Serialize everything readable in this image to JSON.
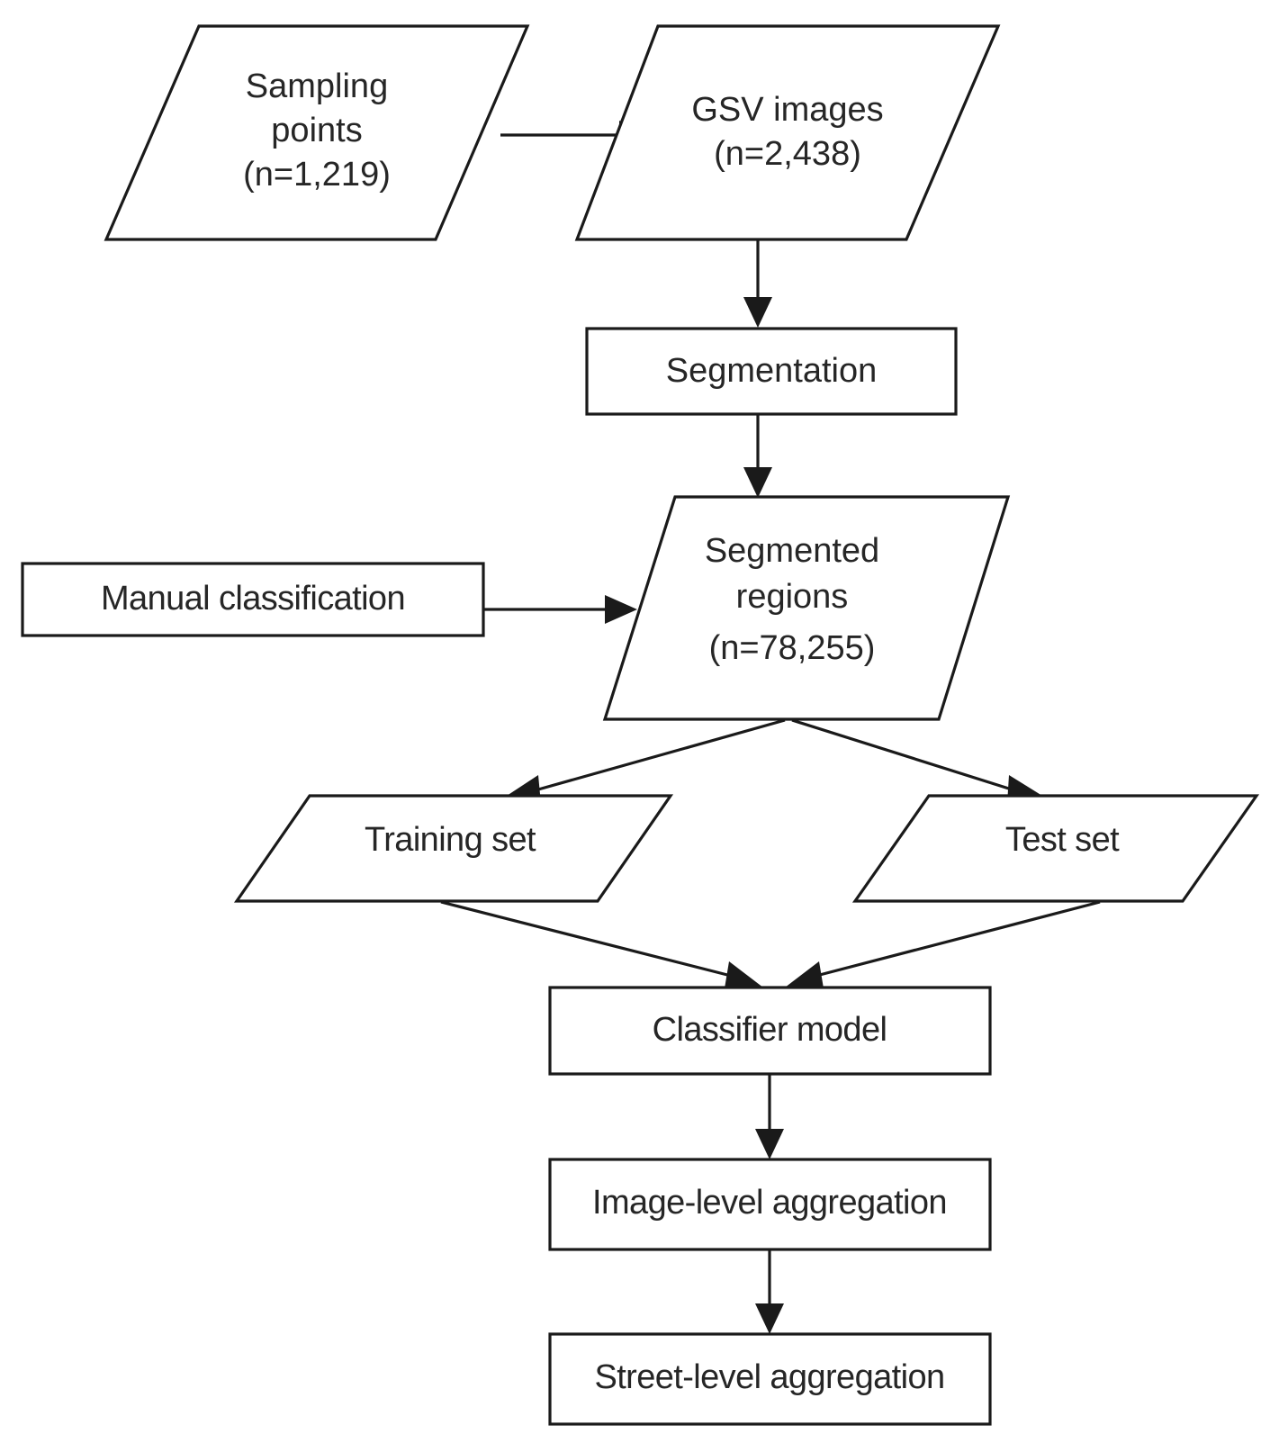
{
  "diagram": {
    "type": "flowchart",
    "title": "",
    "orientation": "top-to-bottom",
    "background_color": "#ffffff",
    "stroke_color": "#1a1a1a",
    "text_color": "#262626",
    "nodes": [
      {
        "id": "sampling-points",
        "shape": "parallelogram",
        "role": "data",
        "lines": [
          "Sampling",
          "points",
          "(n=1,219)"
        ],
        "n_value": "1,219"
      },
      {
        "id": "gsv-images",
        "shape": "parallelogram",
        "role": "data",
        "lines": [
          "GSV images",
          "(n=2,438)"
        ],
        "n_value": "2,438"
      },
      {
        "id": "segmentation",
        "shape": "rectangle",
        "role": "process",
        "lines": [
          "Segmentation"
        ]
      },
      {
        "id": "manual-classification",
        "shape": "rectangle",
        "role": "process",
        "lines": [
          "Manual classification"
        ]
      },
      {
        "id": "segmented-regions",
        "shape": "parallelogram",
        "role": "data",
        "lines": [
          "Segmented",
          "regions",
          "(n=78,255)"
        ],
        "n_value": "78,255"
      },
      {
        "id": "training-set",
        "shape": "parallelogram",
        "role": "data",
        "lines": [
          "Training set"
        ]
      },
      {
        "id": "test-set",
        "shape": "parallelogram",
        "role": "data",
        "lines": [
          "Test set"
        ]
      },
      {
        "id": "classifier-model",
        "shape": "rectangle",
        "role": "process",
        "lines": [
          "Classifier model"
        ]
      },
      {
        "id": "image-level-aggregation",
        "shape": "rectangle",
        "role": "process",
        "lines": [
          "Image-level aggregation"
        ]
      },
      {
        "id": "street-level-aggregation",
        "shape": "rectangle",
        "role": "process",
        "lines": [
          "Street-level aggregation"
        ]
      }
    ],
    "edges": [
      {
        "id": "e1",
        "from": "sampling-points",
        "to": "gsv-images",
        "direction": "right"
      },
      {
        "id": "e2",
        "from": "gsv-images",
        "to": "segmentation",
        "direction": "down"
      },
      {
        "id": "e3",
        "from": "segmentation",
        "to": "segmented-regions",
        "direction": "down"
      },
      {
        "id": "e4",
        "from": "manual-classification",
        "to": "segmented-regions",
        "direction": "right"
      },
      {
        "id": "e5",
        "from": "segmented-regions",
        "to": "training-set",
        "direction": "down-left"
      },
      {
        "id": "e6",
        "from": "segmented-regions",
        "to": "test-set",
        "direction": "down-right"
      },
      {
        "id": "e7",
        "from": "training-set",
        "to": "classifier-model",
        "direction": "down-right"
      },
      {
        "id": "e8",
        "from": "test-set",
        "to": "classifier-model",
        "direction": "down-left"
      },
      {
        "id": "e9",
        "from": "classifier-model",
        "to": "image-level-aggregation",
        "direction": "down"
      },
      {
        "id": "e10",
        "from": "image-level-aggregation",
        "to": "street-level-aggregation",
        "direction": "down"
      }
    ]
  }
}
